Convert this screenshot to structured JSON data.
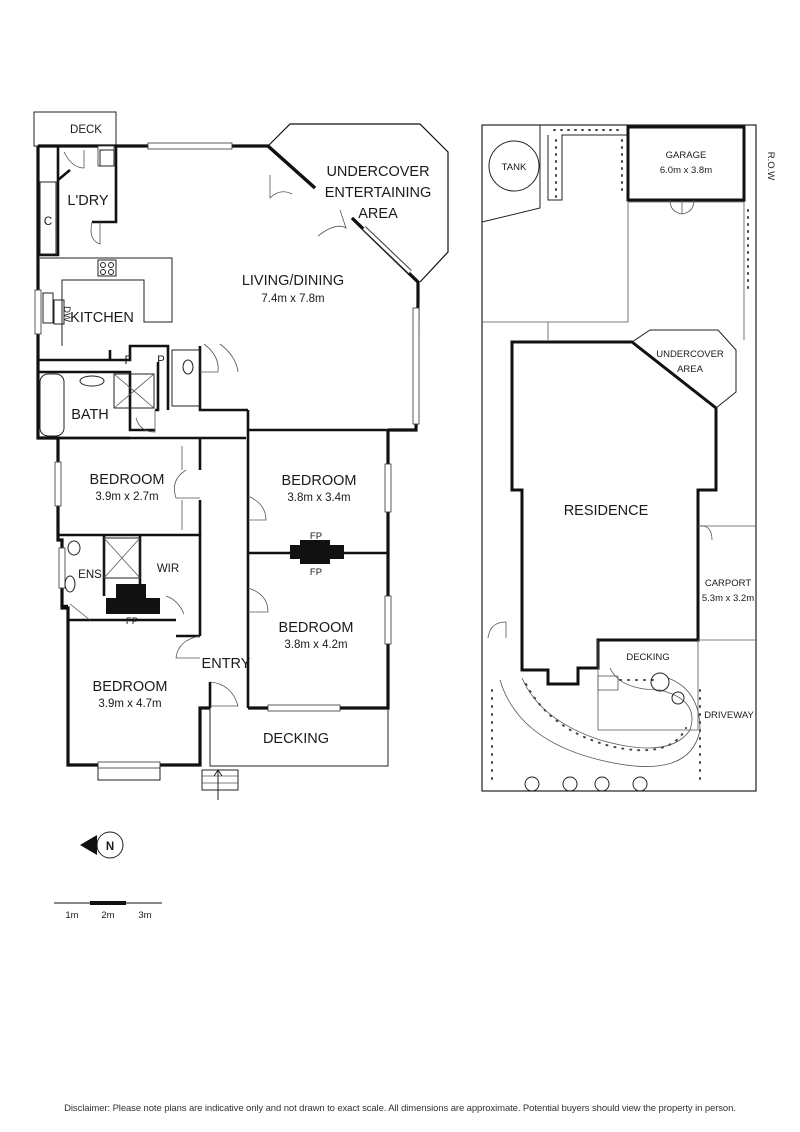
{
  "floorplan": {
    "rooms": {
      "deck": "DECK",
      "laundry": "L'DRY",
      "cupboard": "C",
      "undercover_area_1": "UNDERCOVER",
      "undercover_area_2": "ENTERTAINING",
      "undercover_area_3": "AREA",
      "living": "LIVING/DINING",
      "living_dims": "7.4m x 7.8m",
      "kitchen": "KITCHEN",
      "dishwasher": "DW",
      "fridge": "F",
      "pantry": "P",
      "bath": "BATH",
      "bedroom_1": "BEDROOM",
      "bedroom_1_dims": "3.9m x 2.7m",
      "bedroom_2": "BEDROOM",
      "bedroom_2_dims": "3.8m x 3.4m",
      "fireplace_a": "FP",
      "fireplace_b": "FP",
      "fireplace_c": "FP",
      "ensuite": "ENS",
      "wir": "WIR",
      "bedroom_3": "BEDROOM",
      "bedroom_3_dims": "3.8m x 4.2m",
      "entry": "ENTRY",
      "bedroom_4": "BEDROOM",
      "bedroom_4_dims": "3.9m x 4.7m",
      "decking": "DECKING"
    },
    "scale": {
      "tick_1": "1m",
      "tick_2": "2m",
      "tick_3": "3m"
    },
    "north": "N"
  },
  "siteplan": {
    "tank": "TANK",
    "garage": "GARAGE",
    "garage_dims": "6.0m x 3.8m",
    "row": "R.O.W",
    "undercover_1": "UNDERCOVER",
    "undercover_2": "AREA",
    "residence": "RESIDENCE",
    "carport": "CARPORT",
    "carport_dims": "5.3m x 3.2m",
    "decking": "DECKING",
    "driveway": "DRIVEWAY"
  },
  "disclaimer": "Disclaimer: Please note plans are indicative only and not drawn to exact scale. All dimensions are approximate. Potential buyers should view the property in person."
}
